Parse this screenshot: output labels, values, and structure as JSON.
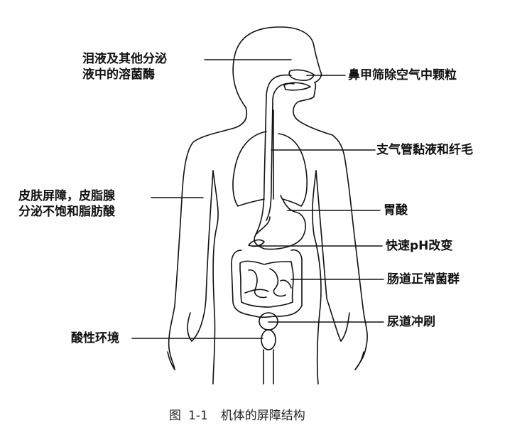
{
  "figure": {
    "caption_prefix": "图",
    "caption_number": "1-1",
    "caption_title": "机体的屏障结构"
  },
  "labels": {
    "tears": [
      "泪液及其他分泌",
      "液中的溶菌酶"
    ],
    "nasal": "鼻甲筛除空气中颗粒",
    "bronchial": "支气管黏液和纤毛",
    "skin": [
      "皮肤屏障，皮脂腺",
      "分泌不饱和脂肪酸"
    ],
    "stomach": "胃酸",
    "ph": "快速pH改变",
    "intestine": "肠道正常菌群",
    "urinary": "尿道冲刷",
    "vaginal": "酸性环境"
  },
  "colors": {
    "line": "#111111",
    "background": "#ffffff"
  }
}
